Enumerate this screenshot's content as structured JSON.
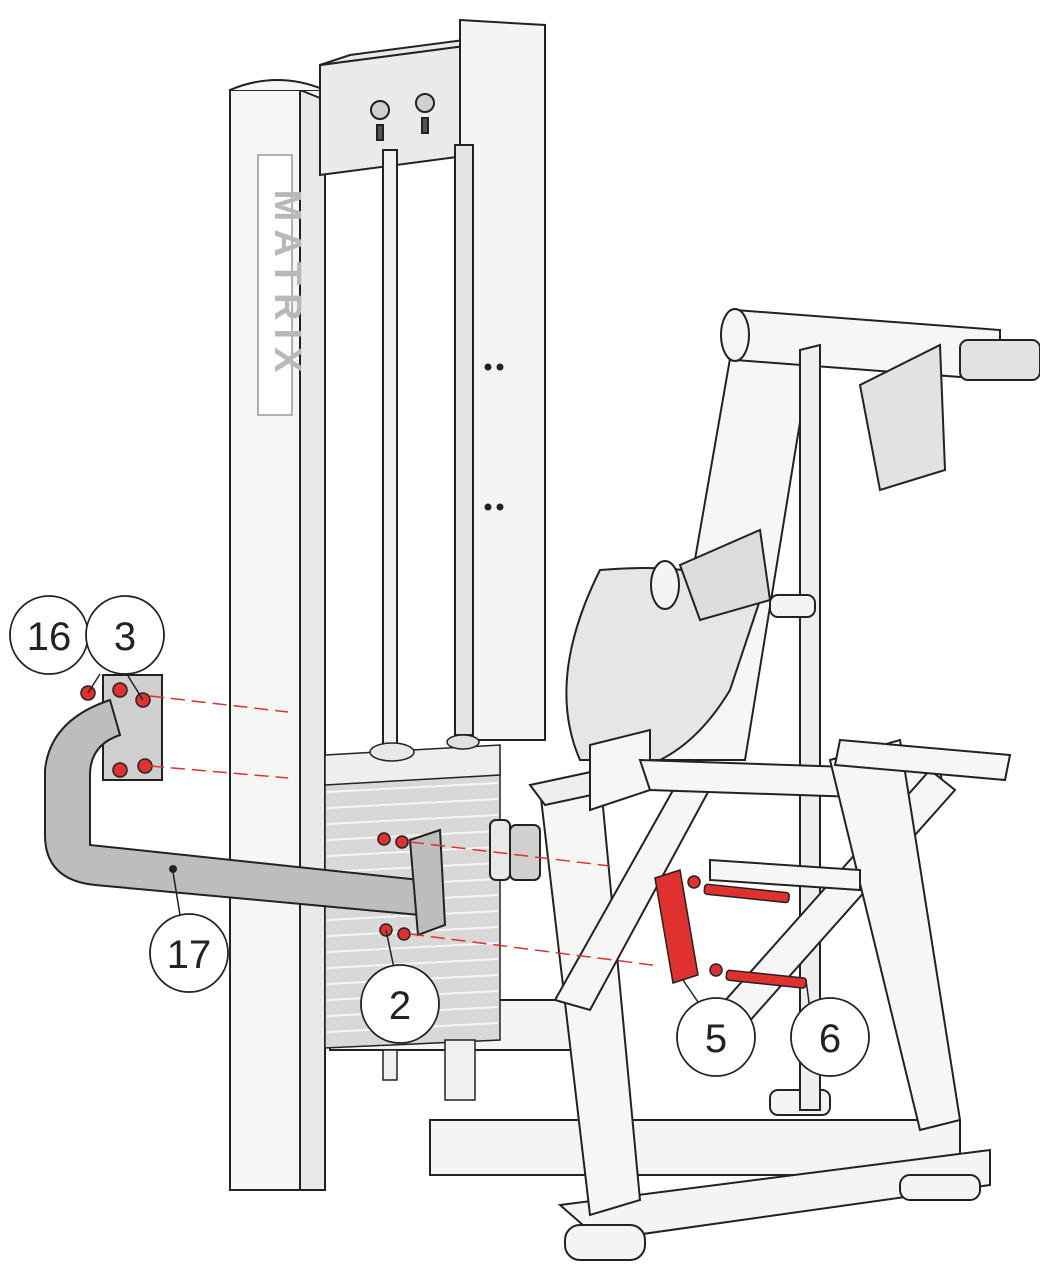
{
  "brand": {
    "text": "MATRIX"
  },
  "callouts": [
    {
      "id": "c16",
      "label": "16"
    },
    {
      "id": "c3",
      "label": "3"
    },
    {
      "id": "c17",
      "label": "17"
    },
    {
      "id": "c2",
      "label": "2"
    },
    {
      "id": "c5",
      "label": "5"
    },
    {
      "id": "c6",
      "label": "6"
    }
  ],
  "colors": {
    "highlight": "#e0312f",
    "outline": "#222222",
    "frame_fill": "#f4f4f4",
    "plate_fill": "#d8d8d8",
    "bar_fill": "#bdbdbd",
    "logo_gray": "#b8b8b8"
  }
}
